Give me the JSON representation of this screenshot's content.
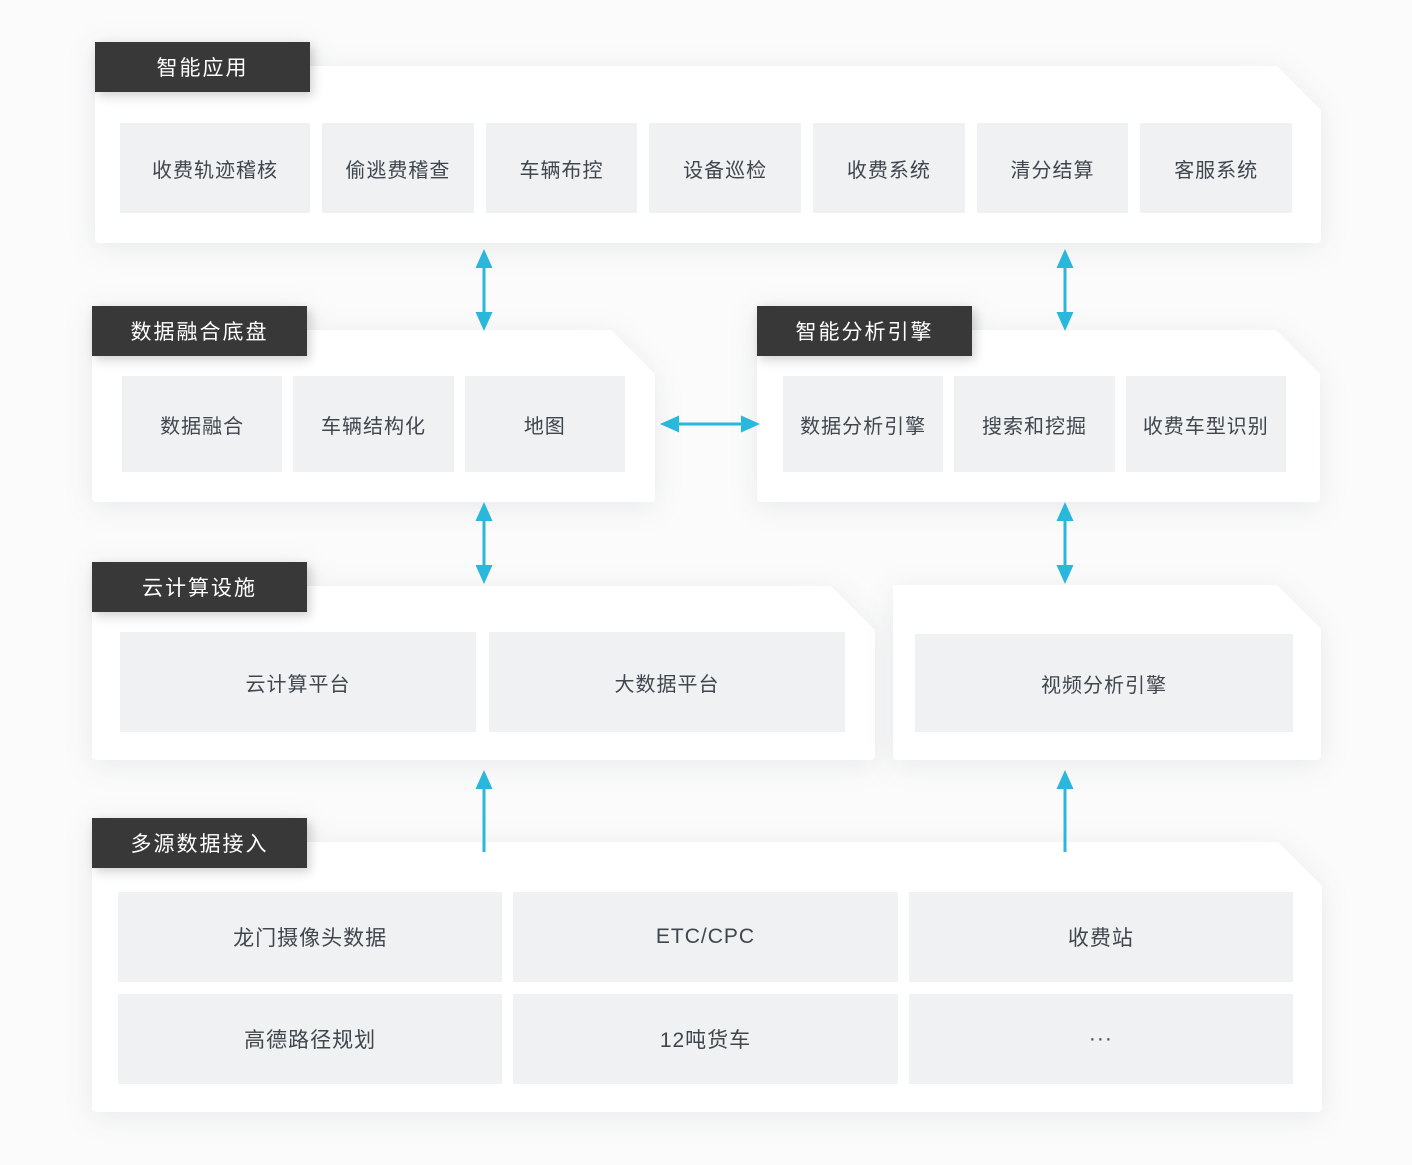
{
  "colors": {
    "page_bg": "#fbfbfb",
    "panel_bg": "#ffffff",
    "badge_bg": "#383838",
    "badge_text": "#ffffff",
    "box_bg": "#eff1f3",
    "node_text": "#40464c",
    "accent_cyan": "#29b7dc"
  },
  "sections": {
    "apps": {
      "title": "智能应用",
      "items": [
        "收费轨迹稽核",
        "偷逃费稽查",
        "车辆布控",
        "设备巡检",
        "收费系统",
        "清分结算",
        "客服系统"
      ]
    },
    "fusion": {
      "title": "数据融合底盘",
      "items": [
        "数据融合",
        "车辆结构化",
        "地图"
      ]
    },
    "analysis": {
      "title": "智能分析引擎",
      "items": [
        "数据分析引擎",
        "搜索和挖掘",
        "收费车型识别"
      ]
    },
    "cloud": {
      "title": "云计算设施",
      "items": [
        "云计算平台",
        "大数据平台"
      ]
    },
    "video": {
      "items": [
        "视频分析引擎"
      ]
    },
    "sources": {
      "title": "多源数据接入",
      "items": [
        "龙门摄像头数据",
        "ETC/CPC",
        "收费站",
        "高德路径规划",
        "12吨货车",
        "···"
      ]
    }
  },
  "connectors": [
    {
      "from": "智能应用",
      "to": "数据融合底盘",
      "style": "double-headed",
      "orientation": "vertical"
    },
    {
      "from": "智能应用",
      "to": "智能分析引擎",
      "style": "double-headed",
      "orientation": "vertical"
    },
    {
      "from": "数据融合底盘",
      "to": "智能分析引擎",
      "style": "double-headed",
      "orientation": "horizontal"
    },
    {
      "from": "数据融合底盘",
      "to": "云计算设施",
      "style": "double-headed",
      "orientation": "vertical"
    },
    {
      "from": "智能分析引擎",
      "to": "视频分析引擎",
      "style": "double-headed",
      "orientation": "vertical"
    },
    {
      "from": "多源数据接入",
      "to": "云计算设施",
      "style": "single-up",
      "orientation": "vertical"
    },
    {
      "from": "多源数据接入",
      "to": "视频分析引擎",
      "style": "single-up",
      "orientation": "vertical"
    }
  ]
}
